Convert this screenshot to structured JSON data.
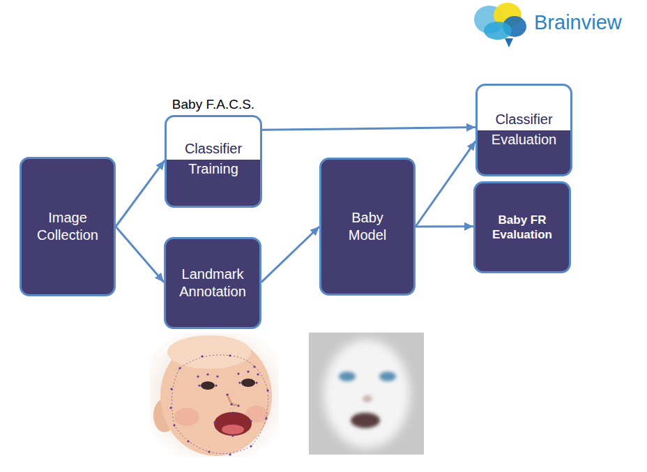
{
  "diagram": {
    "nodes": [
      {
        "text": [
          "Image Collection"
        ]
      },
      {
        "text": [
          "Baby F.A.C.S.",
          "Classifier",
          "Training"
        ]
      },
      {
        "text": [
          "Landmark Annotation"
        ]
      },
      {
        "text": [
          "Baby Model"
        ]
      },
      {
        "text": [
          "Classifier",
          "Evaluation"
        ]
      },
      {
        "text": [
          "Baby FR Evaluation"
        ]
      }
    ],
    "edges": [
      {
        "from": 0,
        "to": 1,
        "arrow": "to"
      },
      {
        "from": 0,
        "to": 2,
        "arrow": "to"
      },
      {
        "from": 2,
        "to": 3,
        "arrow": "to"
      },
      {
        "from": 1,
        "to": 4,
        "arrow": "to"
      },
      {
        "from": 3,
        "to": 4,
        "arrow": "to"
      },
      {
        "from": 3,
        "to": 5,
        "arrow": "to"
      }
    ],
    "labels": [
      "Brainview"
    ]
  }
}
